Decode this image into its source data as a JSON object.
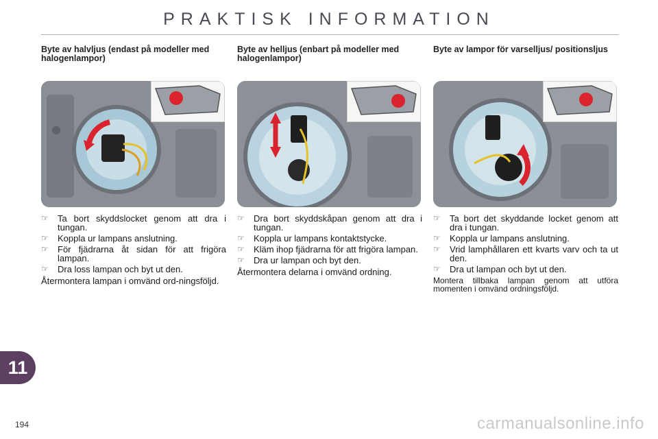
{
  "header": {
    "title": "PRAKTISK INFORMATION"
  },
  "columns": [
    {
      "title": "Byte av halvljus (endast på modeller med halogenlampor)",
      "bullets": [
        "Ta bort skyddslocket genom att dra i tungan.",
        "Koppla ur lampans anslutning.",
        "För fjädrarna åt sidan för att frigöra lampan.",
        "Dra loss lampan och byt ut den."
      ],
      "note": "Återmontera lampan i omvänd ord-ningsföljd."
    },
    {
      "title": "Byte av helljus (enbart på modeller med halogenlampor)",
      "bullets": [
        "Dra bort skyddskåpan genom att dra i tungan.",
        "Koppla ur lampans kontaktstycke.",
        "Kläm ihop fjädrarna för att frigöra lampan.",
        "Dra ur lampan och byt den."
      ],
      "note": "Återmontera delarna i omvänd ordning."
    },
    {
      "title": "Byte av lampor för varselljus/ positionsljus",
      "bullets": [
        "Ta bort det skyddande locket genom att dra i tungan.",
        "Koppla ur lampans anslutning.",
        "Vrid lamphållaren ett kvarts varv och ta ut den.",
        "Dra ut lampan och byt ut den."
      ],
      "note": "Montera tillbaka lampan genom att utföra momenten i omvänd ordningsföljd."
    }
  ],
  "bullet_glyph": "☞",
  "chapter": {
    "number": "11",
    "color": "#5c3f61"
  },
  "page_number": "194",
  "watermark": "carmanualsonline.info",
  "accent_red": "#d9232e"
}
